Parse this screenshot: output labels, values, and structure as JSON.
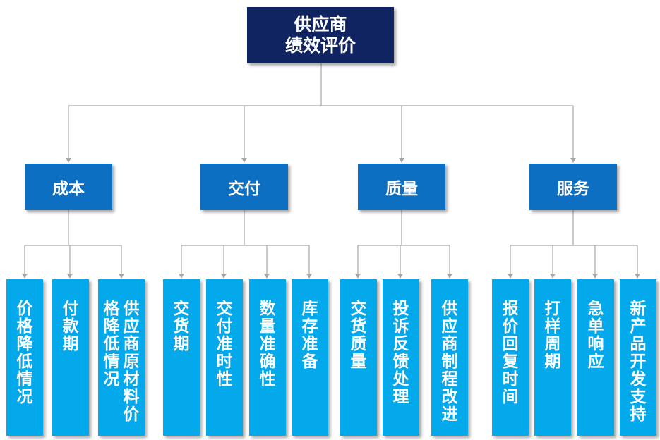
{
  "root": {
    "line1": "供应商",
    "line2": "绩效评价"
  },
  "categories": [
    {
      "label": "成本"
    },
    {
      "label": "交付"
    },
    {
      "label": "质量"
    },
    {
      "label": "服务"
    }
  ],
  "leaves": [
    {
      "col1": "价格降低情况"
    },
    {
      "col1": "付款期"
    },
    {
      "col1": "供应商原材料价",
      "col2": "格降低情况"
    },
    {
      "col1": "交货期"
    },
    {
      "col1": "交付准时性"
    },
    {
      "col1": "数量准确性"
    },
    {
      "col1": "库存准备"
    },
    {
      "col1": "交货质量"
    },
    {
      "col1": "投诉反馈处理"
    },
    {
      "col1": "供应商制程改进"
    },
    {
      "col1": "报价回复时间"
    },
    {
      "col1": "打样周期"
    },
    {
      "col1": "急单响应"
    },
    {
      "col1": "新产品开发支持"
    }
  ],
  "colors": {
    "root": "#102461",
    "category": "#0d6fc1",
    "leaf": "#03a9ea",
    "connector": "#a6a6a6"
  }
}
